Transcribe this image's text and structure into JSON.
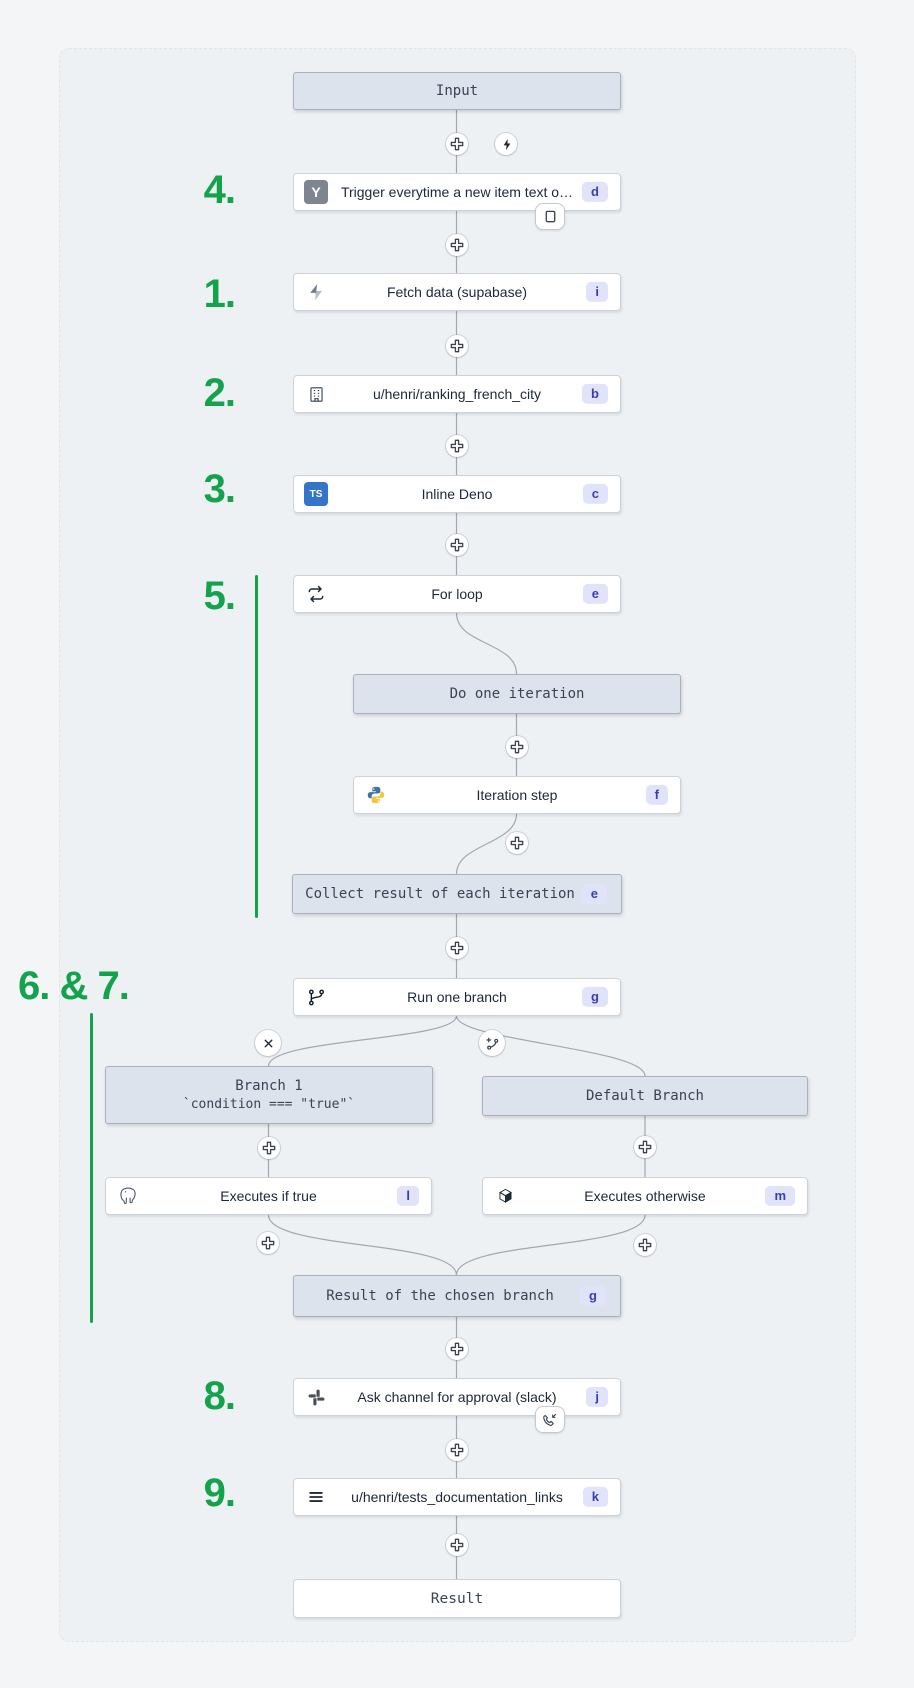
{
  "colors": {
    "accent_green": "#14a24c",
    "badge_bg": "#e1e3fb",
    "badge_text": "#3a3fae",
    "header_node_bg": "#dde3ed"
  },
  "annotations": {
    "n1": "1.",
    "n2": "2.",
    "n3": "3.",
    "n4": "4.",
    "n5": "5.",
    "n67": "6. & 7.",
    "n8": "8.",
    "n9": "9."
  },
  "terminals": {
    "input": "Input",
    "result": "Result"
  },
  "steps": {
    "trigger": {
      "title": "Trigger everytime a new item text o…",
      "badge": "d",
      "icon": "hackernews-icon"
    },
    "fetch": {
      "title": "Fetch data (supabase)",
      "badge": "i",
      "icon": "supabase-icon"
    },
    "ranking": {
      "title": "u/henri/ranking_french_city",
      "badge": "b",
      "icon": "building-icon"
    },
    "inline_deno": {
      "title": "Inline Deno",
      "badge": "c",
      "icon": "typescript-icon",
      "icon_text": "TS"
    },
    "for_loop": {
      "title": "For loop",
      "badge": "e",
      "icon": "repeat-icon"
    },
    "do_iteration": {
      "title": "Do one iteration"
    },
    "iteration_step": {
      "title": "Iteration step",
      "badge": "f",
      "icon": "python-icon"
    },
    "collect": {
      "title": "Collect result of each iteration",
      "badge": "e"
    },
    "run_branch": {
      "title": "Run one branch",
      "badge": "g",
      "icon": "git-branch-icon"
    },
    "branch1": {
      "title": "Branch 1",
      "subtitle": "`condition === \"true\"`"
    },
    "default_branch": {
      "title": "Default Branch"
    },
    "exec_true": {
      "title": "Executes if true",
      "badge": "l",
      "icon": "postgresql-icon"
    },
    "exec_otherwise": {
      "title": "Executes otherwise",
      "badge": "m",
      "icon": "cube-icon"
    },
    "branch_result": {
      "title": "Result of the chosen branch",
      "badge": "g"
    },
    "approval": {
      "title": "Ask channel for approval (slack)",
      "badge": "j",
      "icon": "slack-icon"
    },
    "docs": {
      "title": "u/henri/tests_documentation_links",
      "badge": "k",
      "icon": "menu-icon"
    },
    "hn_icon_letter": "Y"
  }
}
